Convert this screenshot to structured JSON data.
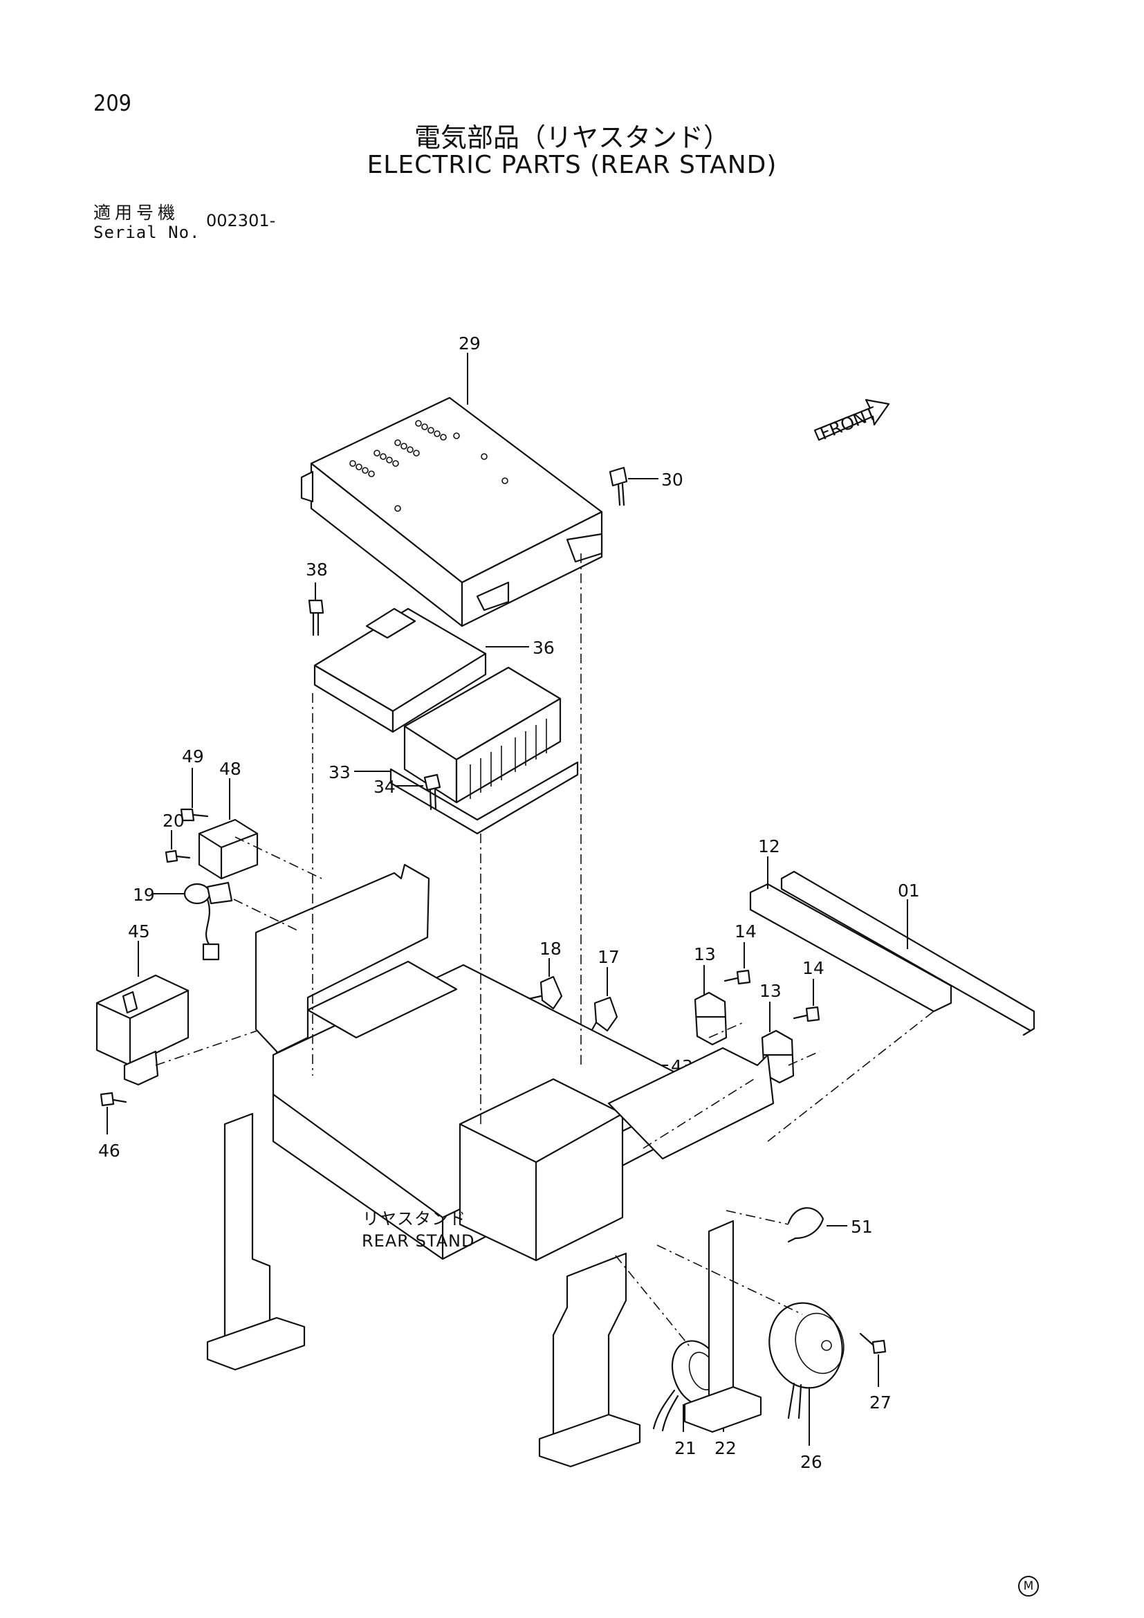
{
  "header": {
    "page_number": "209",
    "title_jp": "電気部品（リヤスタンド）",
    "title_en": "ELECTRIC PARTS (REAR STAND)",
    "serial_label_jp": "適用号機",
    "serial_label_en": "Serial No.",
    "serial_value": "002301-"
  },
  "diagram": {
    "front_label": "FRONT",
    "stand_label_jp": "リヤスタンド",
    "stand_label_en": "REAR STAND",
    "callouts": {
      "c29": "29",
      "c30": "30",
      "c38": "38",
      "c36": "36",
      "c33": "33",
      "c34": "34",
      "c49": "49",
      "c48": "48",
      "c20": "20",
      "c19": "19",
      "c45": "45",
      "c46": "46",
      "c12": "12",
      "c01": "01",
      "c14a": "14",
      "c14b": "14",
      "c13a": "13",
      "c13b": "13",
      "c18": "18",
      "c17": "17",
      "c43": "43",
      "c51": "51",
      "c21": "21",
      "c22": "22",
      "c26": "26",
      "c27": "27"
    }
  },
  "footer": {
    "mark": "M"
  }
}
